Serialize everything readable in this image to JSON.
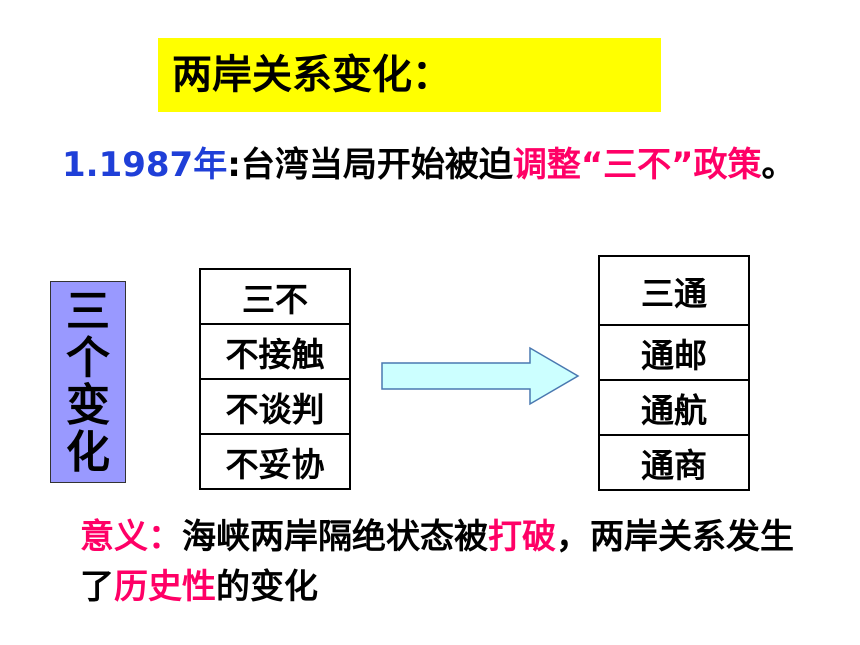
{
  "title": "两岸关系变化：",
  "point1": {
    "number": "1.",
    "year": "1987年",
    "colon": ":",
    "text_a": "台湾当局开始被迫",
    "highlight": "调整“三不”政策",
    "end": "。"
  },
  "vertical_label": [
    "三",
    "个",
    "变",
    "化"
  ],
  "san_bu": {
    "header": "三不",
    "items": [
      "不接触",
      "不谈判",
      "不妥协"
    ]
  },
  "san_tong": {
    "header": "三通",
    "items": [
      "通邮",
      "通航",
      "通商"
    ]
  },
  "meaning": {
    "label": "意义：",
    "text_a": "海峡两岸隔绝状态被",
    "highlight_a": "打破",
    "text_b": "，两岸关系发生了",
    "highlight_b": "历史性",
    "text_c": "的变化"
  },
  "colors": {
    "title_bg": "#ffff00",
    "blue_text": "#1f3fd8",
    "red_text": "#ff0066",
    "vertical_bg": "#9999ff",
    "arrow_fill": "#ccffff",
    "arrow_stroke": "#4a78b0"
  }
}
